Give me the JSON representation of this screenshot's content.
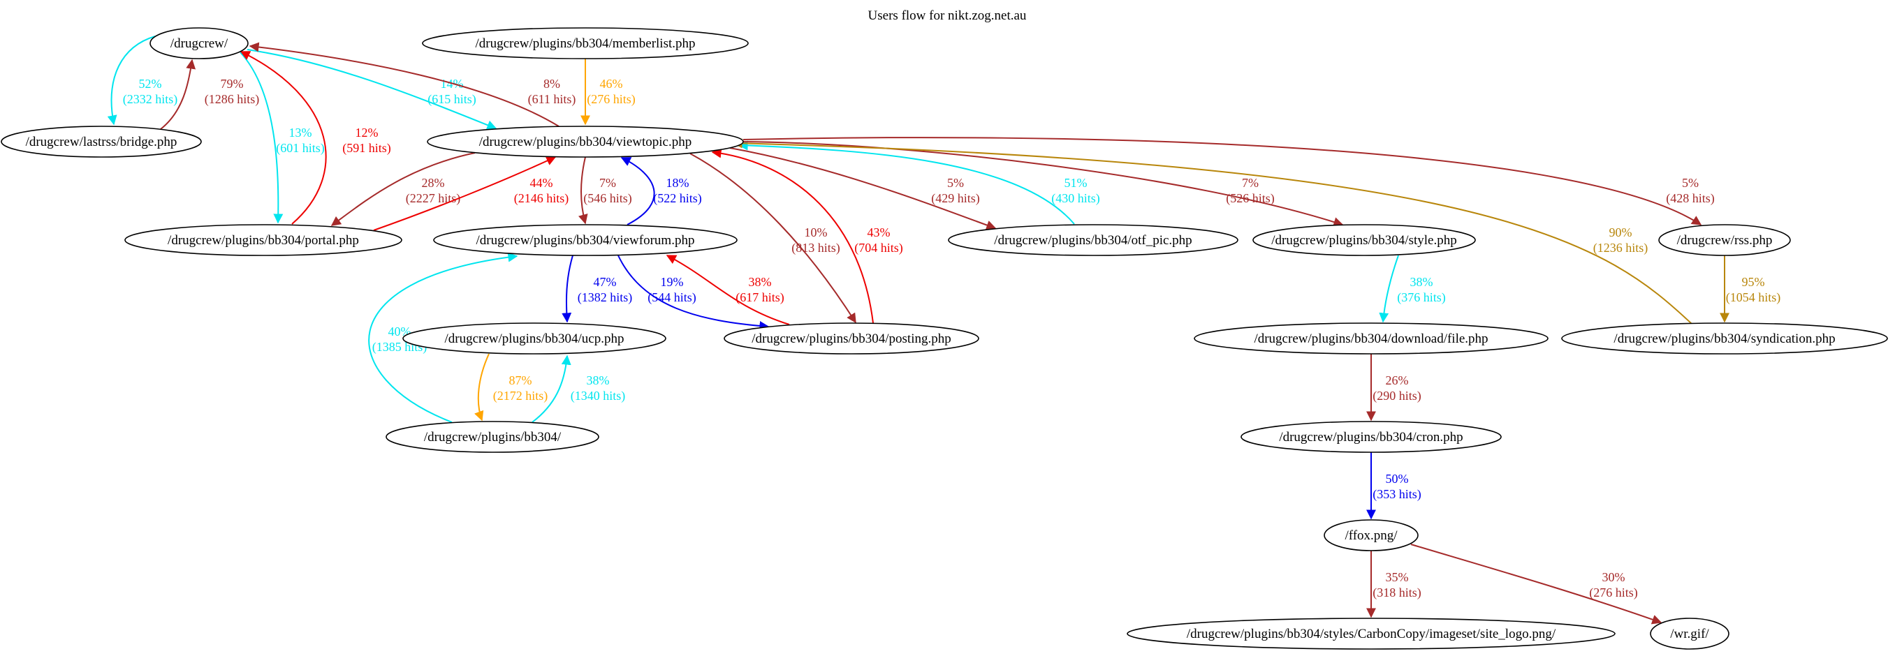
{
  "title": "Users flow for nikt.zog.net.au",
  "colors": {
    "brown": "#a52a2a",
    "cyan": "#00e5ee",
    "red": "#ee0000",
    "blue": "#0000ee",
    "orange": "#ffa500",
    "gold": "#b8860b"
  },
  "nodes": [
    {
      "id": "drugcrew",
      "label": "/drugcrew/"
    },
    {
      "id": "memberlist",
      "label": "/drugcrew/plugins/bb304/memberlist.php"
    },
    {
      "id": "bridge",
      "label": "/drugcrew/lastrss/bridge.php"
    },
    {
      "id": "viewtopic",
      "label": "/drugcrew/plugins/bb304/viewtopic.php"
    },
    {
      "id": "portal",
      "label": "/drugcrew/plugins/bb304/portal.php"
    },
    {
      "id": "viewforum",
      "label": "/drugcrew/plugins/bb304/viewforum.php"
    },
    {
      "id": "otfpic",
      "label": "/drugcrew/plugins/bb304/otf_pic.php"
    },
    {
      "id": "style",
      "label": "/drugcrew/plugins/bb304/style.php"
    },
    {
      "id": "rss",
      "label": "/drugcrew/rss.php"
    },
    {
      "id": "ucp",
      "label": "/drugcrew/plugins/bb304/ucp.php"
    },
    {
      "id": "posting",
      "label": "/drugcrew/plugins/bb304/posting.php"
    },
    {
      "id": "download",
      "label": "/drugcrew/plugins/bb304/download/file.php"
    },
    {
      "id": "syndication",
      "label": "/drugcrew/plugins/bb304/syndication.php"
    },
    {
      "id": "bb304",
      "label": "/drugcrew/plugins/bb304/"
    },
    {
      "id": "cron",
      "label": "/drugcrew/plugins/bb304/cron.php"
    },
    {
      "id": "ffox",
      "label": "/ffox.png/"
    },
    {
      "id": "sitelogo",
      "label": "/drugcrew/plugins/bb304/styles/CarbonCopy/imageset/site_logo.png/"
    },
    {
      "id": "wrgif",
      "label": "/wr.gif/"
    }
  ],
  "edges": [
    {
      "id": "drugcrew-bridge",
      "from": "drugcrew",
      "to": "bridge",
      "color": "cyan",
      "pct": "52%",
      "hits": "(2332 hits)"
    },
    {
      "id": "bridge-drugcrew",
      "from": "bridge",
      "to": "drugcrew",
      "color": "brown",
      "pct": "79%",
      "hits": "(1286 hits)"
    },
    {
      "id": "drugcrew-portal",
      "from": "drugcrew",
      "to": "portal",
      "color": "cyan",
      "pct": "13%",
      "hits": "(601 hits)"
    },
    {
      "id": "portal-drugcrew",
      "from": "portal",
      "to": "drugcrew",
      "color": "red",
      "pct": "12%",
      "hits": "(591 hits)"
    },
    {
      "id": "drugcrew-viewtopic",
      "from": "drugcrew",
      "to": "viewtopic",
      "color": "cyan",
      "pct": "14%",
      "hits": "(615 hits)"
    },
    {
      "id": "viewtopic-drugcrew",
      "from": "viewtopic",
      "to": "drugcrew",
      "color": "brown",
      "pct": "8%",
      "hits": "(611 hits)"
    },
    {
      "id": "memberlist-viewtopic",
      "from": "memberlist",
      "to": "viewtopic",
      "color": "orange",
      "pct": "46%",
      "hits": "(276 hits)"
    },
    {
      "id": "viewtopic-portal",
      "from": "viewtopic",
      "to": "portal",
      "color": "brown",
      "pct": "28%",
      "hits": "(2227 hits)"
    },
    {
      "id": "portal-viewtopic",
      "from": "portal",
      "to": "viewtopic",
      "color": "red",
      "pct": "44%",
      "hits": "(2146 hits)"
    },
    {
      "id": "viewtopic-viewforum",
      "from": "viewtopic",
      "to": "viewforum",
      "color": "brown",
      "pct": "7%",
      "hits": "(546 hits)"
    },
    {
      "id": "viewforum-viewtopic",
      "from": "viewforum",
      "to": "viewtopic",
      "color": "blue",
      "pct": "18%",
      "hits": "(522 hits)"
    },
    {
      "id": "viewtopic-posting",
      "from": "viewtopic",
      "to": "posting",
      "color": "brown",
      "pct": "10%",
      "hits": "(813 hits)"
    },
    {
      "id": "posting-viewtopic",
      "from": "posting",
      "to": "viewtopic",
      "color": "red",
      "pct": "43%",
      "hits": "(704 hits)"
    },
    {
      "id": "viewtopic-otfpic",
      "from": "viewtopic",
      "to": "otfpic",
      "color": "brown",
      "pct": "5%",
      "hits": "(429 hits)"
    },
    {
      "id": "otfpic-viewtopic",
      "from": "otfpic",
      "to": "viewtopic",
      "color": "cyan",
      "pct": "51%",
      "hits": "(430 hits)"
    },
    {
      "id": "viewtopic-style",
      "from": "viewtopic",
      "to": "style",
      "color": "brown",
      "pct": "7%",
      "hits": "(526 hits)"
    },
    {
      "id": "viewtopic-rss",
      "from": "viewtopic",
      "to": "rss",
      "color": "brown",
      "pct": "5%",
      "hits": "(428 hits)"
    },
    {
      "id": "syndication-viewtopic",
      "from": "syndication",
      "to": "viewtopic",
      "color": "gold",
      "pct": "90%",
      "hits": "(1236 hits)"
    },
    {
      "id": "viewforum-ucp",
      "from": "viewforum",
      "to": "ucp",
      "color": "blue",
      "pct": "47%",
      "hits": "(1382 hits)"
    },
    {
      "id": "viewforum-posting",
      "from": "viewforum",
      "to": "posting",
      "color": "blue",
      "pct": "19%",
      "hits": "(544 hits)"
    },
    {
      "id": "posting-viewforum",
      "from": "posting",
      "to": "viewforum",
      "color": "red",
      "pct": "38%",
      "hits": "(617 hits)"
    },
    {
      "id": "bb304-viewforum",
      "from": "bb304",
      "to": "viewforum",
      "color": "cyan",
      "pct": "40%",
      "hits": "(1385 hits)"
    },
    {
      "id": "ucp-bb304",
      "from": "ucp",
      "to": "bb304",
      "color": "orange",
      "pct": "87%",
      "hits": "(2172 hits)"
    },
    {
      "id": "bb304-ucp",
      "from": "bb304",
      "to": "ucp",
      "color": "cyan",
      "pct": "38%",
      "hits": "(1340 hits)"
    },
    {
      "id": "style-download",
      "from": "style",
      "to": "download",
      "color": "cyan",
      "pct": "38%",
      "hits": "(376 hits)"
    },
    {
      "id": "rss-syndication",
      "from": "rss",
      "to": "syndication",
      "color": "gold",
      "pct": "95%",
      "hits": "(1054 hits)"
    },
    {
      "id": "download-cron",
      "from": "download",
      "to": "cron",
      "color": "brown",
      "pct": "26%",
      "hits": "(290 hits)"
    },
    {
      "id": "cron-ffox",
      "from": "cron",
      "to": "ffox",
      "color": "blue",
      "pct": "50%",
      "hits": "(353 hits)"
    },
    {
      "id": "ffox-sitelogo",
      "from": "ffox",
      "to": "sitelogo",
      "color": "brown",
      "pct": "35%",
      "hits": "(318 hits)"
    },
    {
      "id": "ffox-wrgif",
      "from": "ffox",
      "to": "wrgif",
      "color": "brown",
      "pct": "30%",
      "hits": "(276 hits)"
    }
  ]
}
